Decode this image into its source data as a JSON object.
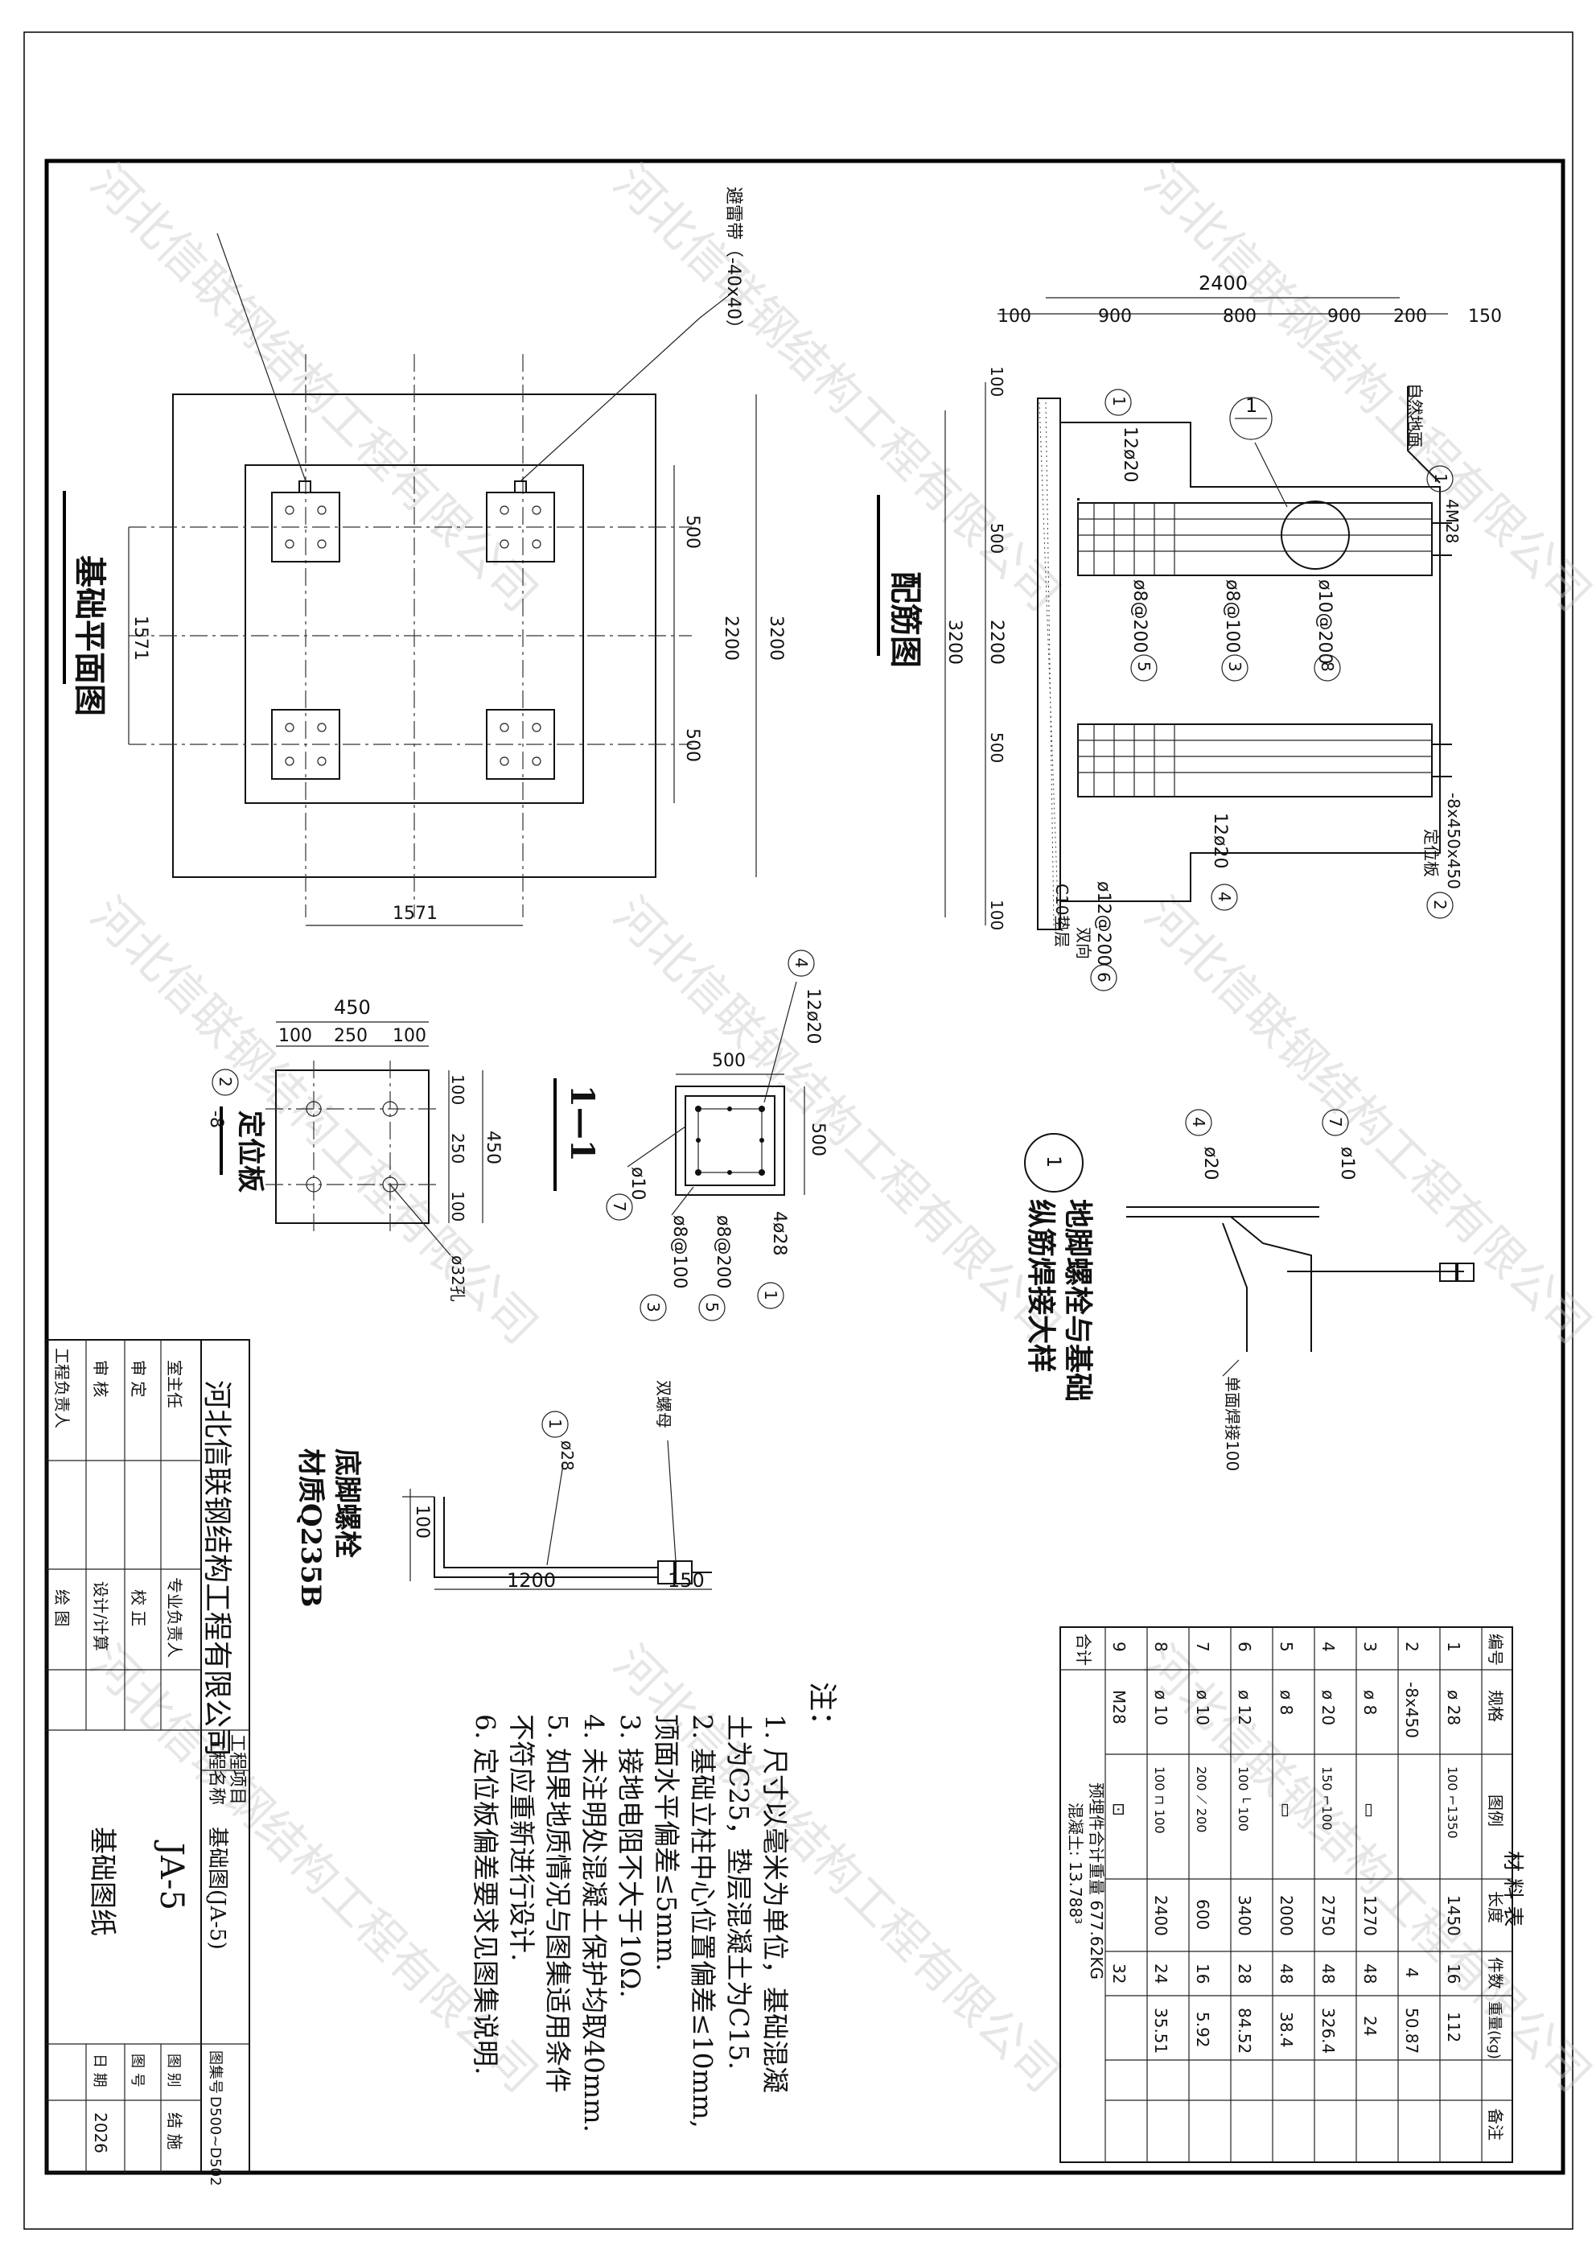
{
  "company": "河北信联钢结构工程有限公司",
  "watermark": "河北信联钢结构工程有限公司",
  "plan": {
    "title": "基础平面图",
    "lightning_label": "避雷带（-40x40）",
    "dim_1571_a": "1571",
    "dim_1571_b": "1571",
    "dim_500_a": "500",
    "dim_500_b": "500",
    "dim_2200": "2200",
    "dim_3200": "3200"
  },
  "rebar": {
    "title": "配筋图",
    "dims_top": [
      "100",
      "900",
      "800",
      "900",
      "200",
      "150"
    ],
    "dim_2400": "2400",
    "dim_left": [
      "100",
      "500",
      "2200",
      "500",
      "100"
    ],
    "dim_3200": "3200",
    "ground_label": "自然地面",
    "bolt_label": "4M28",
    "plate_label": "-8x450x450",
    "plate_name": "定位板",
    "bar_12d20_a": "12ø20",
    "bar_12d20_b": "12ø20",
    "bar_8_200": "ø8@200",
    "bar_8_100": "ø8@100",
    "bar_10_200": "ø10@200",
    "bar_12_200": "ø12@200",
    "bar_12_200_note": "双向",
    "cushion": "C10垫层",
    "section_mark": "1",
    "callouts": [
      "1",
      "2",
      "3",
      "4",
      "5",
      "6",
      "8",
      "4",
      "1"
    ]
  },
  "plate": {
    "title": "定位板",
    "subtitle": "-8",
    "dims_top": [
      "450",
      "100",
      "250",
      "100"
    ],
    "dims_side": [
      "100",
      "250",
      "100"
    ],
    "dim_450": "450",
    "hole": "ø32孔",
    "callout": "2"
  },
  "section": {
    "title": "1—1",
    "dim_500_top": "500",
    "dim_500_side": "500",
    "bar_12d20": "12ø20",
    "bar_10": "ø10",
    "bar_8_100": "ø8@100",
    "bar_8_200": "ø8@200",
    "bar_4d28": "4ø28",
    "callouts": [
      "4",
      "7",
      "3",
      "5",
      "1"
    ]
  },
  "anchor_detail": {
    "title": "地脚螺栓与基础",
    "title2": "纵筋焊接大样",
    "callout": "1",
    "bar_20": "ø20",
    "bar_10": "ø10",
    "weld": "单面焊接100",
    "callout_4": "4",
    "callout_7": "7"
  },
  "bolt": {
    "title": "底脚螺栓",
    "material": "材质Q235B",
    "dia": "ø28",
    "nut": "双螺母",
    "dim_100": "100",
    "dim_1200": "1200",
    "dim_150": "150",
    "callout": "1"
  },
  "notes": {
    "title": "注：",
    "items": [
      "1. 尺寸以毫米为单位，基础混凝",
      "   土为C25，垫层混凝土为C15.",
      "2. 基础立柱中心位置偏差≤10mm,",
      "   顶面水平偏差≤5mm.",
      "3. 接地电阻不大于10Ω.",
      "4. 未注明处混凝土保护均取40mm.",
      "5. 如果地质情况与图集适用条件",
      "   不符应重新进行设计.",
      "6. 定位板偏差要求见图集说明."
    ]
  },
  "material_table": {
    "title": "材 料 表",
    "headers": [
      "编号",
      "规格",
      "图例",
      "长度",
      "件数",
      "重量(kg)",
      "备注"
    ],
    "rows": [
      [
        "1",
        "ø 28",
        "100 ⌐1350",
        "1450",
        "16",
        "112",
        ""
      ],
      [
        "2",
        "-8x450",
        "",
        "",
        "4",
        "50.87",
        ""
      ],
      [
        "3",
        "ø 8",
        "▭",
        "1270",
        "48",
        "24",
        ""
      ],
      [
        "4",
        "ø 20",
        "150 ⌐100",
        "2750",
        "48",
        "326.4",
        ""
      ],
      [
        "5",
        "ø 8",
        "▭",
        "2000",
        "48",
        "38.4",
        ""
      ],
      [
        "6",
        "ø 12",
        "100 └ 100",
        "3400",
        "28",
        "84.52",
        ""
      ],
      [
        "7",
        "ø 10",
        "200 ⟋ 200",
        "600",
        "16",
        "5.92",
        ""
      ],
      [
        "8",
        "ø 10",
        "100 ⊓ 100",
        "2400",
        "24",
        "35.51",
        ""
      ],
      [
        "9",
        "M28",
        "⊡",
        "",
        "32",
        "",
        ""
      ]
    ],
    "total_label": "合计",
    "total_embed": "预埋件合计重量 677.62KG",
    "total_concrete": "混凝土: 13.788³"
  },
  "title_block": {
    "roles_left": [
      "室主任",
      "审  定",
      "审  核",
      "工程负责人"
    ],
    "roles_mid": [
      "专业负责人",
      "校  正",
      "设计/计算",
      "绘  图"
    ],
    "project_label": "工程项目",
    "project_name_label": "工程名称",
    "project_name": "基础图(JA-5)",
    "drawing_name": "基础图纸",
    "drawing_no": "JA-5",
    "atlas_label": "图集号",
    "atlas_value": "D500~D502",
    "type_label": "图  别",
    "type_value": "结  施",
    "num_label": "图  号",
    "num_value": "",
    "date_label": "日  期",
    "date_value": "2026"
  }
}
